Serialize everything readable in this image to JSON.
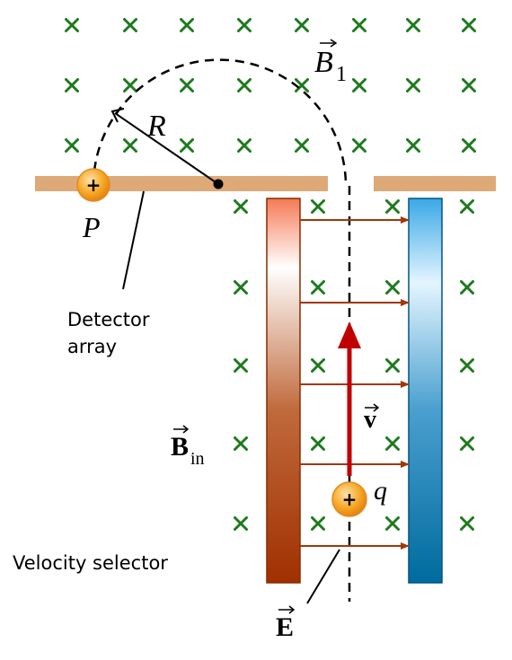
{
  "labels": {
    "b1": "B",
    "b1_sub": "1",
    "r": "R",
    "p": "P",
    "detector_line1": "Detector",
    "detector_line2": "array",
    "v": "v",
    "b_in": "B",
    "b_in_sub": "in",
    "q": "q",
    "velocity_selector": "Velocity selector",
    "e": "E",
    "plus": "+"
  },
  "colors": {
    "field_x": "#1d7a1d",
    "plate": "#ddaa77",
    "positive_plate_top": "#f47a55",
    "positive_plate_bottom": "#a03000",
    "negative_plate_top": "#d8f0ff",
    "negative_plate_bottom": "#006b9e",
    "e_field_arrow": "#a0380a",
    "velocity_arrow": "#c00000",
    "charge": "#f5a623"
  },
  "icons": {
    "field_symbol": "cross-icon",
    "charge_symbol": "plus-icon"
  }
}
